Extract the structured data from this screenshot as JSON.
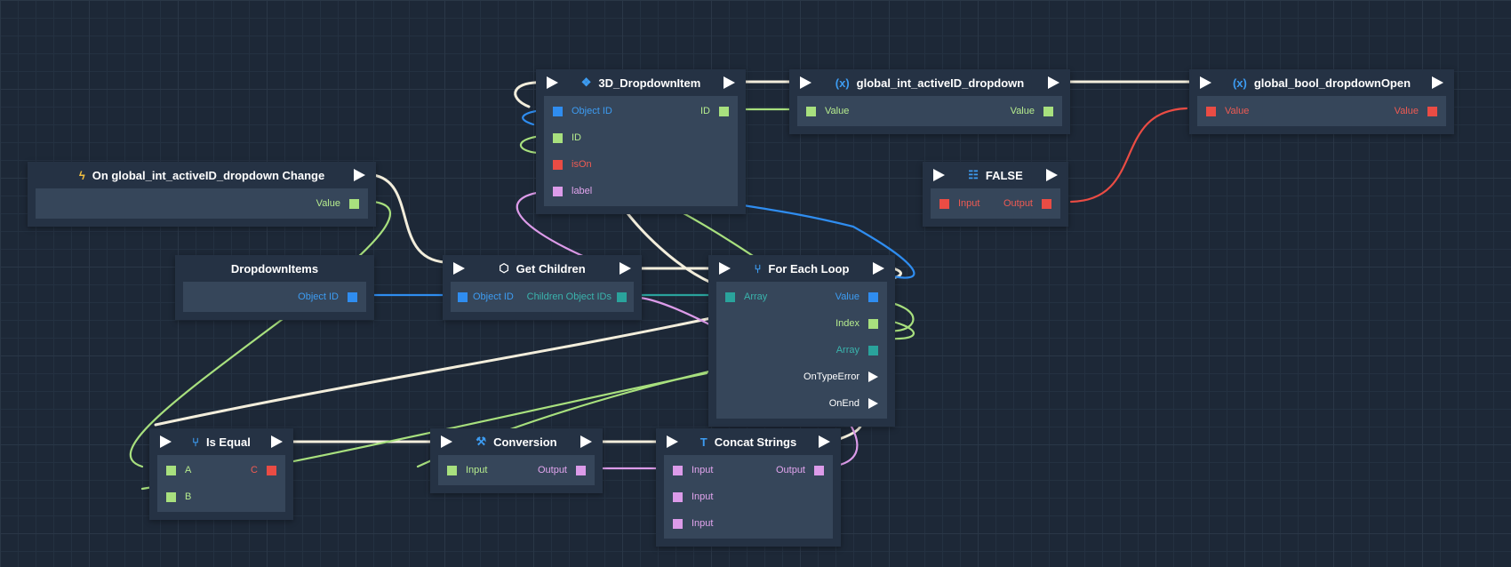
{
  "nodes": {
    "on_change": {
      "title": "On global_int_activeID_dropdown Change",
      "value_label": "Value"
    },
    "dropdown_items": {
      "title": "DropdownItems",
      "object_id_label": "Object ID"
    },
    "dropdown_item_3d": {
      "title": "3D_DropdownItem",
      "object_id_label": "Object ID",
      "id_out_label": "ID",
      "id_label": "ID",
      "ison_label": "isOn",
      "label_label": "label"
    },
    "global_int": {
      "title": "global_int_activeID_dropdown",
      "value_in_label": "Value",
      "value_out_label": "Value"
    },
    "global_bool": {
      "title": "global_bool_dropdownOpen",
      "value_in_label": "Value",
      "value_out_label": "Value"
    },
    "false_node": {
      "title": "FALSE",
      "input_label": "Input",
      "output_label": "Output"
    },
    "get_children": {
      "title": "Get Children",
      "object_id_label": "Object ID",
      "children_label": "Children Object IDs"
    },
    "for_each": {
      "title": "For Each Loop",
      "array_in_label": "Array",
      "value_label": "Value",
      "index_label": "Index",
      "array_out_label": "Array",
      "on_type_error_label": "OnTypeError",
      "on_end_label": "OnEnd"
    },
    "is_equal": {
      "title": "Is Equal",
      "a_label": "A",
      "b_label": "B",
      "c_label": "C"
    },
    "conversion": {
      "title": "Conversion",
      "input_label": "Input",
      "output_label": "Output"
    },
    "concat": {
      "title": "Concat Strings",
      "input1_label": "Input",
      "input2_label": "Input",
      "input3_label": "Input",
      "output_label": "Output"
    }
  },
  "icons": {
    "on_change": "lightning-icon",
    "dropdown_item_3d": "component-icon",
    "global_int": "variable-icon",
    "global_bool": "variable-icon",
    "false_node": "constant-list-icon",
    "get_children": "cube-icon",
    "for_each": "branch-icon",
    "is_equal": "branch-icon",
    "conversion": "wrench-icon",
    "concat": "text-icon"
  },
  "colors": {
    "background": "#1d2837",
    "node": "#253244",
    "node_body": "#36465a",
    "exec_wire": "#f3eedc",
    "object_id": "#2f8df0",
    "number": "#a8e07e",
    "boolean": "#ea4c44",
    "string": "#dc9be9",
    "array": "#2aa39c"
  }
}
